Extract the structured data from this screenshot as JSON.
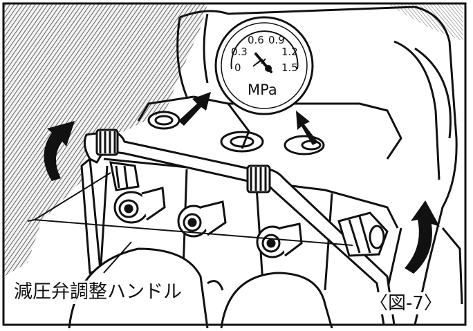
{
  "figure": {
    "caption": "減圧弁調整ハンドル",
    "label": "〈図-7〉"
  },
  "gauge": {
    "unit": "MPa",
    "ticks": [
      "0",
      "0.3",
      "0.6",
      "0.9",
      "1.2",
      "1.5"
    ]
  },
  "colors": {
    "line": "#111111",
    "background": "#ffffff",
    "hatch": "#7a7a7a"
  }
}
